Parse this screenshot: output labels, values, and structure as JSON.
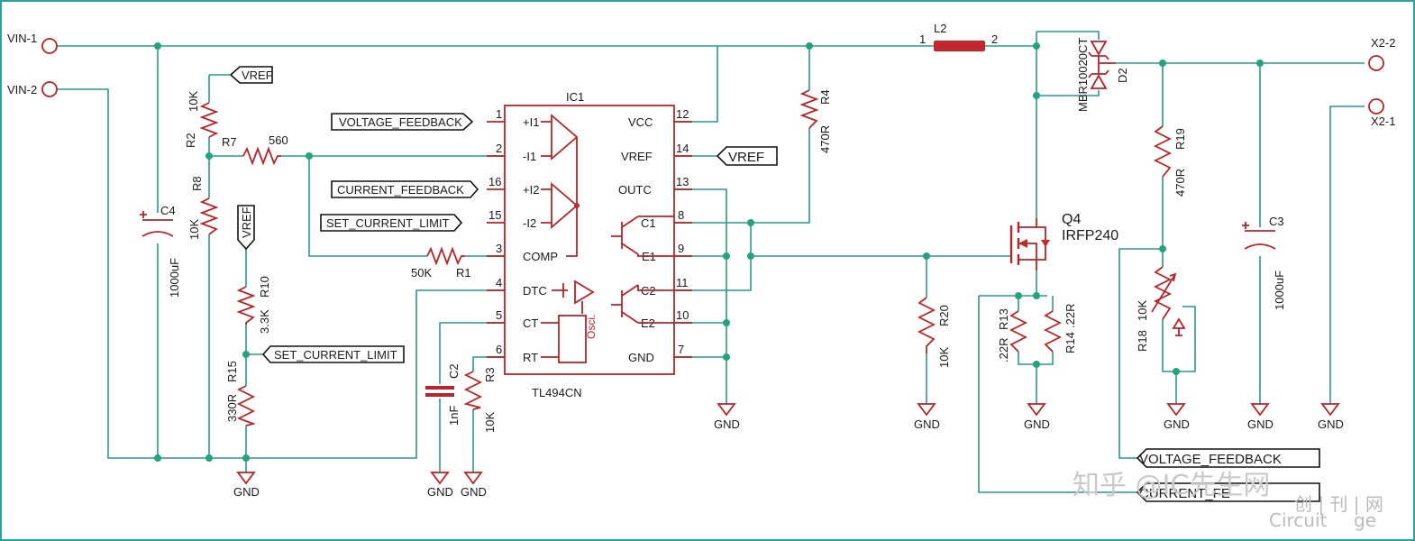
{
  "connectors": {
    "vin1": "VIN-1",
    "vin2": "VIN-2",
    "x22": "X2-2",
    "x21": "X2-1"
  },
  "ic": {
    "ref": "IC1",
    "part": "TL494CN",
    "osc": "Osci.",
    "pins_left": [
      {
        "num": "1",
        "name": "+I1"
      },
      {
        "num": "2",
        "name": "-I1"
      },
      {
        "num": "16",
        "name": "+I2"
      },
      {
        "num": "15",
        "name": "-I2"
      },
      {
        "num": "3",
        "name": "COMP"
      },
      {
        "num": "4",
        "name": "DTC"
      },
      {
        "num": "5",
        "name": "CT"
      },
      {
        "num": "6",
        "name": "RT"
      }
    ],
    "pins_right": [
      {
        "num": "12",
        "name": "VCC"
      },
      {
        "num": "14",
        "name": "VREF"
      },
      {
        "num": "13",
        "name": "OUTC"
      },
      {
        "num": "8",
        "name": "C1"
      },
      {
        "num": "9",
        "name": "E1"
      },
      {
        "num": "11",
        "name": "C2"
      },
      {
        "num": "10",
        "name": "E2"
      },
      {
        "num": "7",
        "name": "GND"
      }
    ]
  },
  "nets": {
    "vref": "VREF",
    "voltage_feedback": "VOLTAGE_FEEDBACK",
    "current_feedback": "CURRENT_FEEDBACK",
    "set_current_limit": "SET_CURRENT_LIMIT",
    "gnd": "GND",
    "current_feedback_partial": "CURRENT_FE"
  },
  "components": {
    "r2": {
      "ref": "R2",
      "value": "10K"
    },
    "r8": {
      "ref": "R8",
      "value": "10K"
    },
    "r7": {
      "ref": "R7",
      "value": "560"
    },
    "r1": {
      "ref": "R1",
      "value": "50K"
    },
    "r10": {
      "ref": "R10",
      "value": "3.3K"
    },
    "r15": {
      "ref": "R15",
      "value": "330R"
    },
    "r3": {
      "ref": "R3",
      "value": "10K"
    },
    "c2": {
      "ref": "C2",
      "value": "1nF"
    },
    "c4": {
      "ref": "C4",
      "value": "1000uF"
    },
    "c3": {
      "ref": "C3",
      "value": "1000uF"
    },
    "r4": {
      "ref": "R4",
      "value": "470R"
    },
    "r19": {
      "ref": "R19",
      "value": "470R"
    },
    "r20": {
      "ref": "R20",
      "value": "10K"
    },
    "r13": {
      "ref": "R13",
      "value": ".22R"
    },
    "r14": {
      "ref": "R14",
      "value": ".22R"
    },
    "r18": {
      "ref": "R18",
      "value": "10K"
    },
    "l2": {
      "ref": "L2",
      "pin1": "1",
      "pin2": "2"
    },
    "d2": {
      "ref": "D2",
      "value": "MBR10020CT"
    },
    "q4": {
      "ref": "Q4",
      "value": "IRFP240"
    }
  },
  "watermark": {
    "text1": "知乎 @IC先生网",
    "text2": "Circuit",
    "text3": "ge",
    "text4": "创 | 刊 | 网"
  },
  "colors": {
    "wire": "#2d9a86",
    "component": "#b3262b",
    "frame": "#2f9e9e"
  }
}
